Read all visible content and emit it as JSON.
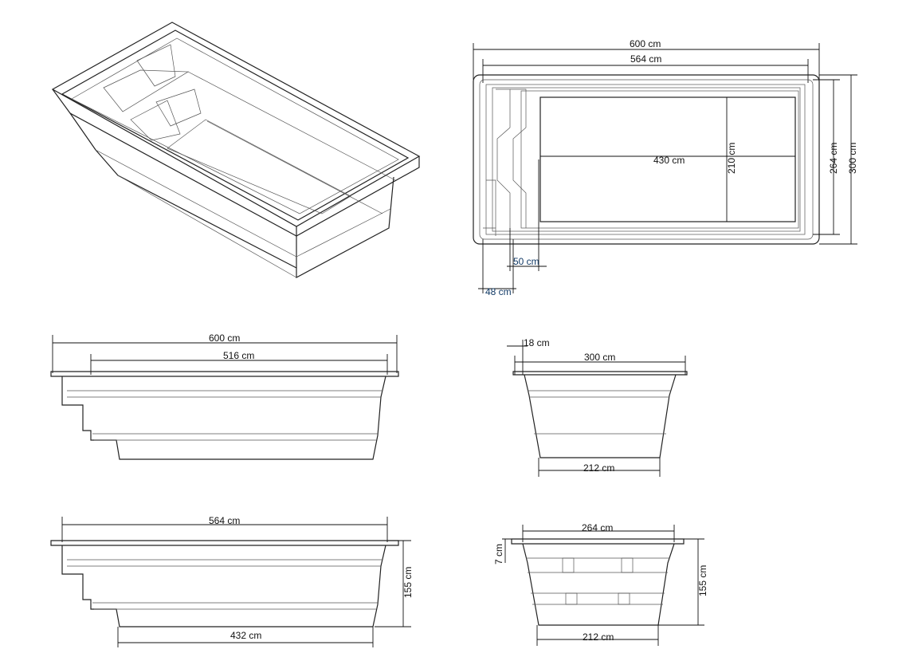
{
  "labels": {
    "top_width": "600 cm",
    "top_inner_width": "564 cm",
    "plan_pool_length": "430 cm",
    "plan_pool_width": "210 cm",
    "plan_inner_width": "264 cm",
    "plan_outer_width": "300 cm",
    "plan_step_50": "50 cm",
    "plan_step_48": "48 cm",
    "side_total": "600 cm",
    "side_516": "516 cm",
    "front_18": "18 cm",
    "front_300": "300 cm",
    "front_212": "212 cm",
    "side2_564": "564 cm",
    "side2_155": "155 cm",
    "side2_432": "432 cm",
    "front2_264": "264 cm",
    "front2_7": "7 cm",
    "front2_155": "155 cm",
    "front2_212": "212 cm"
  },
  "colors": {
    "line": "#222222",
    "dimension_text_blue": "#123a66"
  }
}
